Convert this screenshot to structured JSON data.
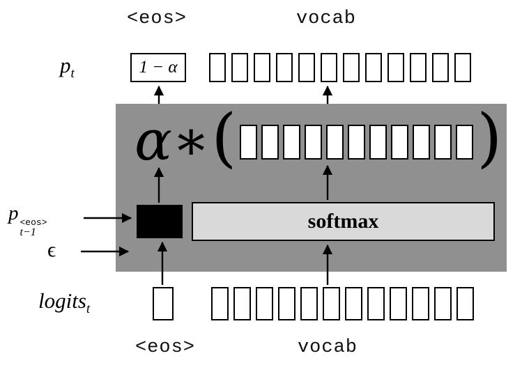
{
  "labels": {
    "eos_top": "<eos>",
    "vocab_top": "vocab",
    "eos_bottom": "<eos>",
    "vocab_bottom": "vocab",
    "p_t": {
      "base": "p",
      "sub": "t"
    },
    "one_minus_alpha": "1 − α",
    "expr": {
      "alpha_star": "α∗",
      "open_paren": "(",
      "close_paren": ")"
    },
    "softmax": "softmax",
    "p_prev": {
      "base": "p",
      "sub": "t−1",
      "sup": "<eos>"
    },
    "epsilon": "ϵ",
    "logits": {
      "base": "logits",
      "sub": "t"
    }
  },
  "cells": {
    "top_vocab": 12,
    "middle_vocab": 11,
    "bottom_vocab": 12,
    "eos_logit": 1
  },
  "colors": {
    "background": "#ffffff",
    "gray_panel": "#909090",
    "softmax_fill": "#d9d9d9",
    "black_box": "#000000",
    "cell_fill": "#ffffff",
    "line": "#000000"
  }
}
